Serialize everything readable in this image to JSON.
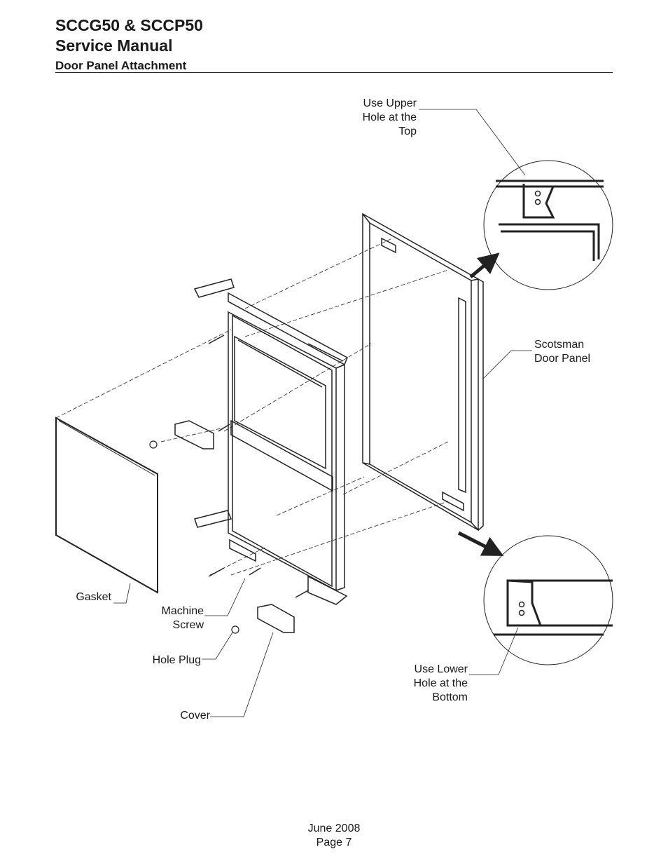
{
  "header": {
    "title_line1": "SCCG50 & SCCP50",
    "title_line2": "Service Manual",
    "section": "Door Panel Attachment"
  },
  "callouts": {
    "upper_hole": "Use Upper\nHole at the\nTop",
    "door_panel": "Scotsman\nDoor Panel",
    "gasket": "Gasket",
    "machine_screw": "Machine\nScrew",
    "hole_plug": "Hole Plug",
    "cover": "Cover",
    "lower_hole": "Use Lower\nHole at the\nBottom"
  },
  "footer": {
    "date": "June 2008",
    "page": "Page 7"
  }
}
